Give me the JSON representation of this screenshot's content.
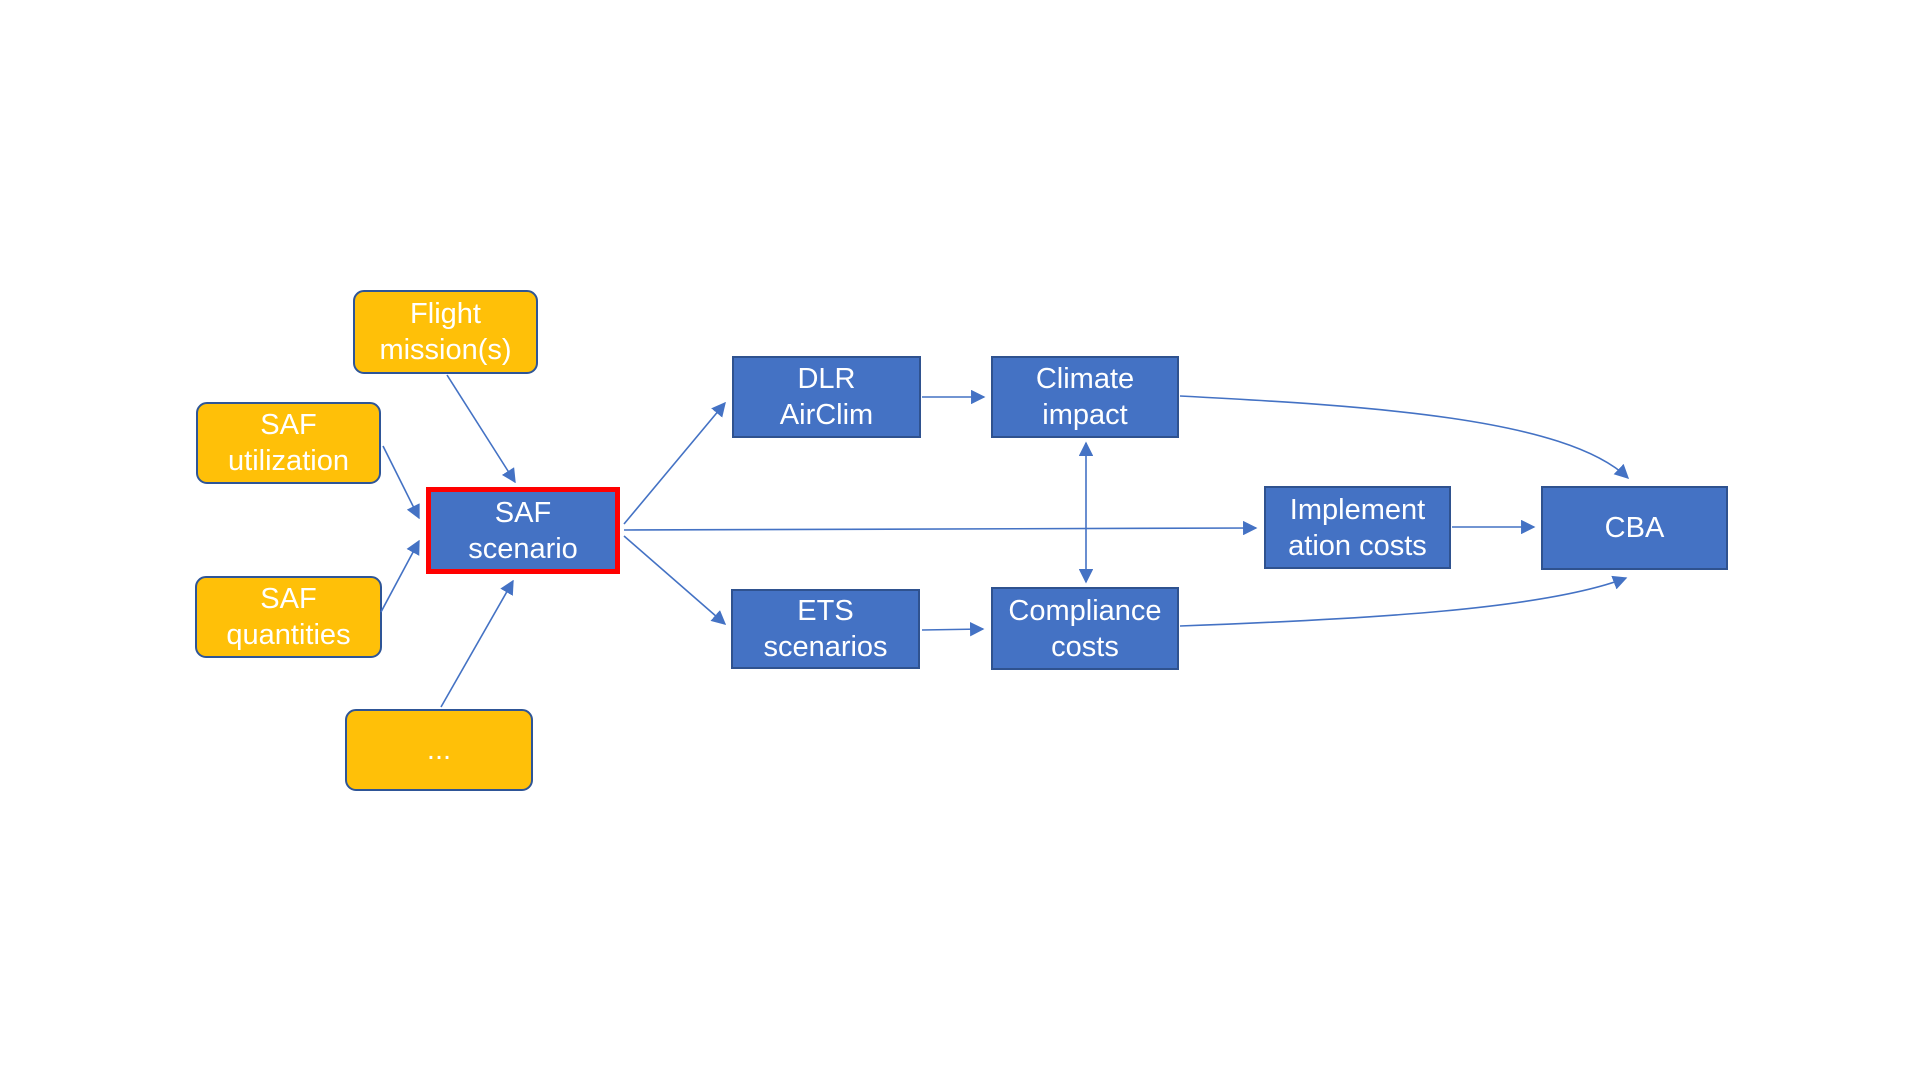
{
  "diagram": {
    "title": "SAF scenario assessment flow diagram",
    "colors": {
      "background": "#ffffff",
      "input_fill": "#FFC008",
      "input_border": "#2E5597",
      "process_fill": "#4472C4",
      "process_border": "#2F528F",
      "highlight_border": "#FF0000",
      "connector": "#4472C4",
      "text": "#ffffff"
    },
    "nodes": {
      "flight_missions": {
        "label": "Flight mission(s)",
        "lines": [
          "Flight",
          "mission(s)"
        ],
        "type": "input"
      },
      "saf_utilization": {
        "label": "SAF utilization",
        "lines": [
          "SAF",
          "utilization"
        ],
        "type": "input"
      },
      "saf_quantities": {
        "label": "SAF quantities",
        "lines": [
          "SAF",
          "quantities"
        ],
        "type": "input"
      },
      "more_inputs": {
        "label": "...",
        "lines": [
          "..."
        ],
        "type": "input"
      },
      "saf_scenario": {
        "label": "SAF scenario",
        "lines": [
          "SAF",
          "scenario"
        ],
        "type": "process-highlighted"
      },
      "dlr_airclim": {
        "label": "DLR AirClim",
        "lines": [
          "DLR",
          "AirClim"
        ],
        "type": "process"
      },
      "climate_impact": {
        "label": "Climate impact",
        "lines": [
          "Climate",
          "impact"
        ],
        "type": "process"
      },
      "ets_scenarios": {
        "label": "ETS scenarios",
        "lines": [
          "ETS",
          "scenarios"
        ],
        "type": "process"
      },
      "compliance_costs": {
        "label": "Compliance costs",
        "lines": [
          "Compliance",
          "costs"
        ],
        "type": "process"
      },
      "implementation_costs": {
        "label": "Implementation costs",
        "lines": [
          "Implement",
          "ation costs"
        ],
        "type": "process"
      },
      "cba": {
        "label": "CBA",
        "lines": [
          "CBA"
        ],
        "type": "process"
      }
    },
    "edges": [
      {
        "from": "flight_missions",
        "to": "saf_scenario",
        "type": "arrow"
      },
      {
        "from": "saf_utilization",
        "to": "saf_scenario",
        "type": "arrow"
      },
      {
        "from": "saf_quantities",
        "to": "saf_scenario",
        "type": "arrow"
      },
      {
        "from": "more_inputs",
        "to": "saf_scenario",
        "type": "arrow"
      },
      {
        "from": "saf_scenario",
        "to": "dlr_airclim",
        "type": "arrow"
      },
      {
        "from": "saf_scenario",
        "to": "implementation_costs",
        "type": "arrow"
      },
      {
        "from": "saf_scenario",
        "to": "ets_scenarios",
        "type": "arrow"
      },
      {
        "from": "dlr_airclim",
        "to": "climate_impact",
        "type": "arrow"
      },
      {
        "from": "climate_impact",
        "to": "compliance_costs",
        "type": "double-arrow"
      },
      {
        "from": "ets_scenarios",
        "to": "compliance_costs",
        "type": "arrow"
      },
      {
        "from": "climate_impact",
        "to": "cba",
        "type": "curved-arrow"
      },
      {
        "from": "compliance_costs",
        "to": "cba",
        "type": "curved-arrow"
      },
      {
        "from": "implementation_costs",
        "to": "cba",
        "type": "arrow"
      }
    ]
  }
}
